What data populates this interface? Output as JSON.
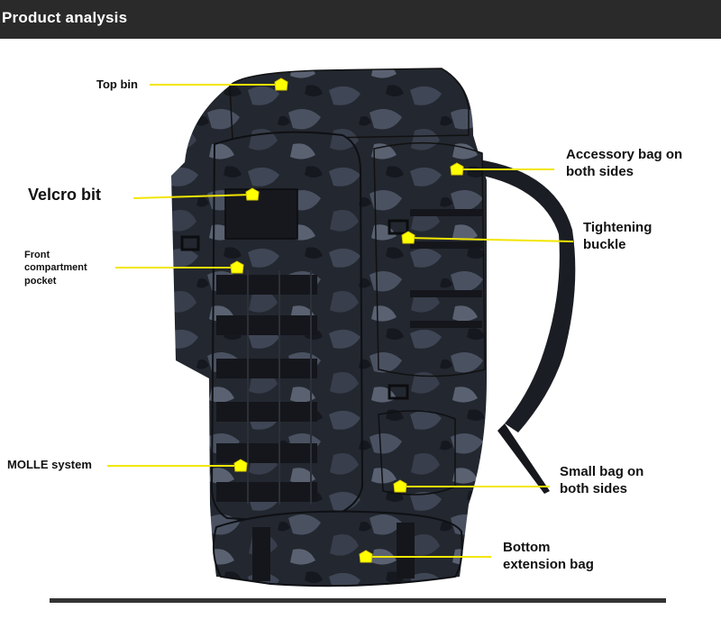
{
  "header": {
    "title": "Product analysis"
  },
  "colors": {
    "header_bg": "#2a2a2a",
    "leader_line": "#f2e600",
    "label_text": "#111111",
    "camo_dark": "#1c1f26",
    "camo_mid": "#3d4452",
    "camo_light": "#5e6676"
  },
  "labels": {
    "top_bin": "Top bin",
    "velcro_bit": "Velcro bit",
    "front_compartment_pocket": [
      "Front",
      "compartment",
      "pocket"
    ],
    "molle_system": "MOLLE system",
    "accessory_bag": [
      "Accessory bag on",
      "both sides"
    ],
    "tightening_buckle": [
      "Tightening",
      "buckle"
    ],
    "small_bag": [
      "Small bag on",
      "both sides"
    ],
    "bottom_extension_bag": [
      "Bottom",
      "extension bag"
    ]
  }
}
